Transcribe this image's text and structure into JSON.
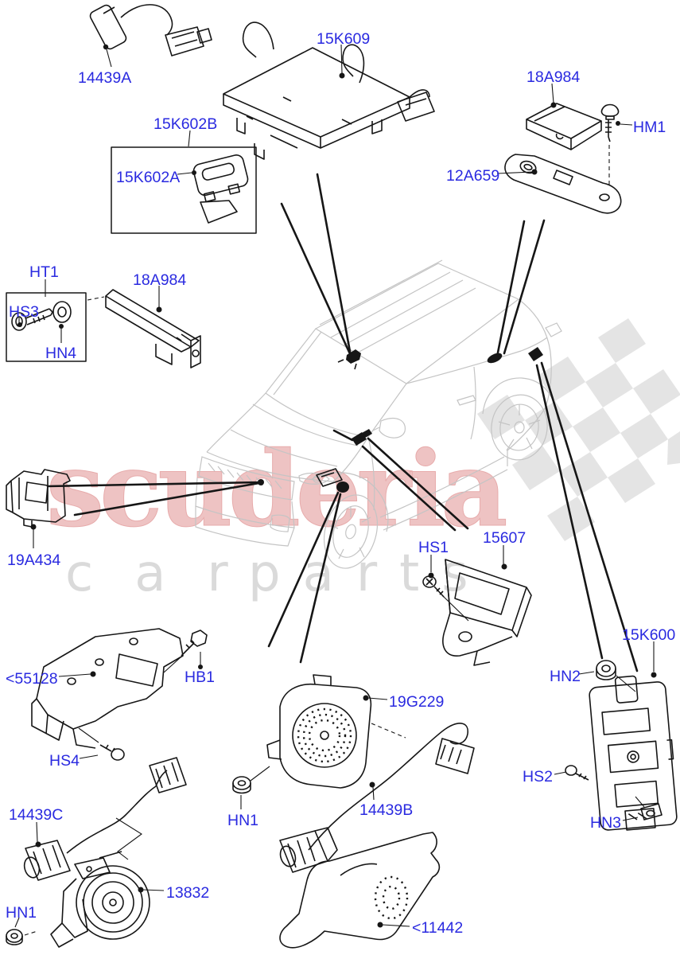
{
  "theme": {
    "label-color": "#2a2ae0",
    "line-color": "#161616",
    "car-color": "#c4c4c4",
    "brand-color": "#eec3c3",
    "brand-stroke": "#e7abab",
    "sub-color": "#dadada",
    "flag-color": "#e4e4e4"
  },
  "watermark": {
    "brand": "scuderia",
    "sub_left": "car",
    "sub_right": "parts"
  },
  "labels": [
    {
      "id": "14439A",
      "text": "14439A"
    },
    {
      "id": "15K609",
      "text": "15K609"
    },
    {
      "id": "15K602B",
      "text": "15K602B"
    },
    {
      "id": "15K602A",
      "text": "15K602A"
    },
    {
      "id": "18A984-top",
      "text": "18A984"
    },
    {
      "id": "HM1",
      "text": "HM1"
    },
    {
      "id": "12A659",
      "text": "12A659"
    },
    {
      "id": "HT1",
      "text": "HT1"
    },
    {
      "id": "HS3",
      "text": "HS3"
    },
    {
      "id": "HN4",
      "text": "HN4"
    },
    {
      "id": "18A984-left",
      "text": "18A984"
    },
    {
      "id": "19A434",
      "text": "19A434"
    },
    {
      "id": "HS1",
      "text": "HS1"
    },
    {
      "id": "15607",
      "text": "15607"
    },
    {
      "id": "15K600",
      "text": "15K600"
    },
    {
      "id": "HN2",
      "text": "HN2"
    },
    {
      "id": "HS2",
      "text": "HS2"
    },
    {
      "id": "HN3",
      "text": "HN3"
    },
    {
      "id": "55128",
      "text": "<55128"
    },
    {
      "id": "HB1",
      "text": "HB1"
    },
    {
      "id": "HS4",
      "text": "HS4"
    },
    {
      "id": "19G229",
      "text": "19G229"
    },
    {
      "id": "HN1-center",
      "text": "HN1"
    },
    {
      "id": "14439B",
      "text": "14439B"
    },
    {
      "id": "14439C",
      "text": "14439C"
    },
    {
      "id": "HN1-left",
      "text": "HN1"
    },
    {
      "id": "13832",
      "text": "13832"
    },
    {
      "id": "11442",
      "text": "<11442"
    }
  ]
}
